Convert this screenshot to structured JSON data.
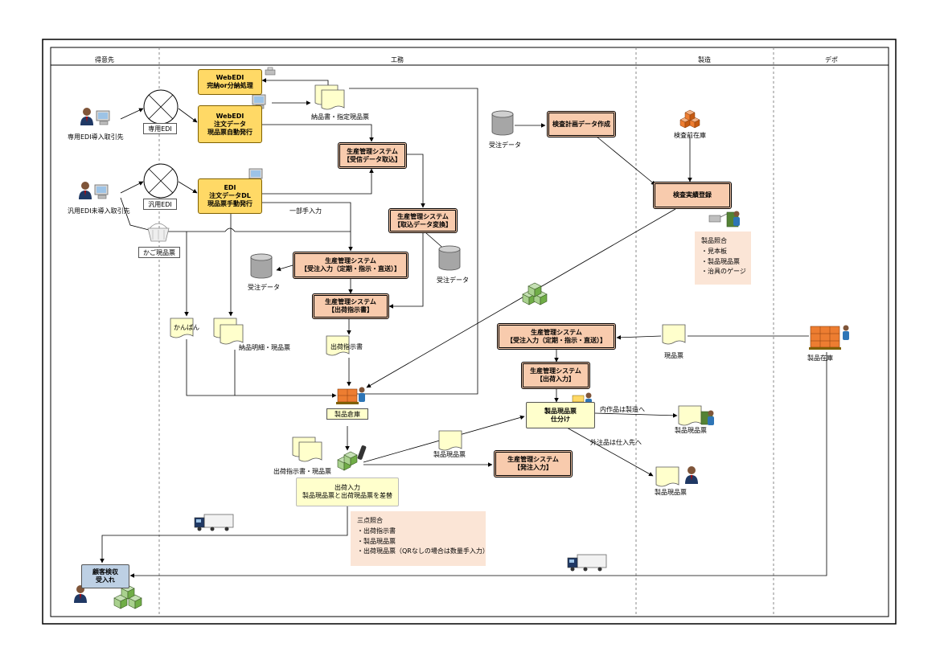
{
  "lanes": [
    {
      "label": "得意先"
    },
    {
      "label": "工務"
    },
    {
      "label": "製造"
    },
    {
      "label": "デポ"
    }
  ],
  "customers": {
    "edi_dedicated": "専用EDI導入取引先",
    "edi_generic": "汎用EDI未導入取引先",
    "edi_dedicated_tag": "専用EDI",
    "edi_generic_tag": "汎用EDI",
    "basket_tag": "かご現品票"
  },
  "webedi_1": {
    "line1": "WebEDI",
    "line2": "完納or分納処理"
  },
  "webedi_2": {
    "line1": "WebEDI",
    "line2": "注文データ",
    "line3": "現品票自動発行"
  },
  "edi_box": {
    "line1": "EDI",
    "line2": "注文データDL",
    "line3": "現品票手動発行"
  },
  "docs": {
    "delivery_slip": "納品書・指定現品票",
    "kanban": "かんばん",
    "delivery_detail": "納品明細・現品票",
    "shipping_instruction": "出荷指示書",
    "order_data_1": "受注データ",
    "order_data_2": "受注データ",
    "order_data_3": "受注データ",
    "product_tag_1": "現品票",
    "product_tag_2": "製品現品票",
    "product_tag_3": "製品現品票",
    "product_tag_4": "製品現品票",
    "ship_docs": "出荷指示書・現品票",
    "manual_input": "一部手入力"
  },
  "prod_systems": {
    "receive": {
      "line1": "生産管理システム",
      "line2": "【受信データ取込】"
    },
    "convert": {
      "line1": "生産管理システム",
      "line2": "【取込データ変換】"
    },
    "order_input": {
      "line1": "生産管理システム",
      "line2": "【受注入力（定期・指示・直送）】"
    },
    "ship_instr": {
      "line1": "生産管理システム",
      "line2": "【出荷指示書】"
    },
    "depot_order": {
      "line1": "生産管理システム",
      "line2": "【受注入力（定期・指示・直送）】"
    },
    "depot_ship": {
      "line1": "生産管理システム",
      "line2": "【出荷入力】"
    },
    "purchase": {
      "line1": "生産管理システム",
      "line2": "【発注入力】"
    }
  },
  "inspection": {
    "plan": "検査計画データ作成",
    "pre_stock": "検査前在庫",
    "result": "検査実績登録",
    "check_title": "製品照合",
    "check_items": [
      "・見本板",
      "・製品現品票",
      "・治具のゲージ"
    ]
  },
  "warehouse": {
    "label": "製品倉庫"
  },
  "depot": {
    "stock": "製品在庫"
  },
  "sort": {
    "line1": "製品現品票",
    "line2": "仕分け",
    "inhouse": "内作品は製造へ",
    "outsource": "外注品は仕入先へ"
  },
  "shipping": {
    "line1": "出荷入力",
    "line2": "製品現品票と出荷現品票を差替",
    "check_title": "三点照合",
    "check_items": [
      "・出荷指示書",
      "・製品現品票",
      "・出荷現品票（QRなしの場合は数量手入力）"
    ]
  },
  "customer_receive": {
    "line1": "顧客検収",
    "line2": "受入れ"
  },
  "colors": {
    "yellow": "#ffd966",
    "salmon": "#f8cbad",
    "pale": "#ffffcc",
    "note": "#fbe5d6",
    "slate": "#bdd0e4",
    "green": "#a9d18e",
    "orange": "#ed7d31"
  },
  "icons": [
    "person-pc-icon",
    "x-circle-icon",
    "pc-icon",
    "scanner-icon",
    "basket-icon",
    "database-icon",
    "document-icon",
    "boxes-icon",
    "pallet-icon",
    "truck-icon",
    "worker-icon"
  ]
}
